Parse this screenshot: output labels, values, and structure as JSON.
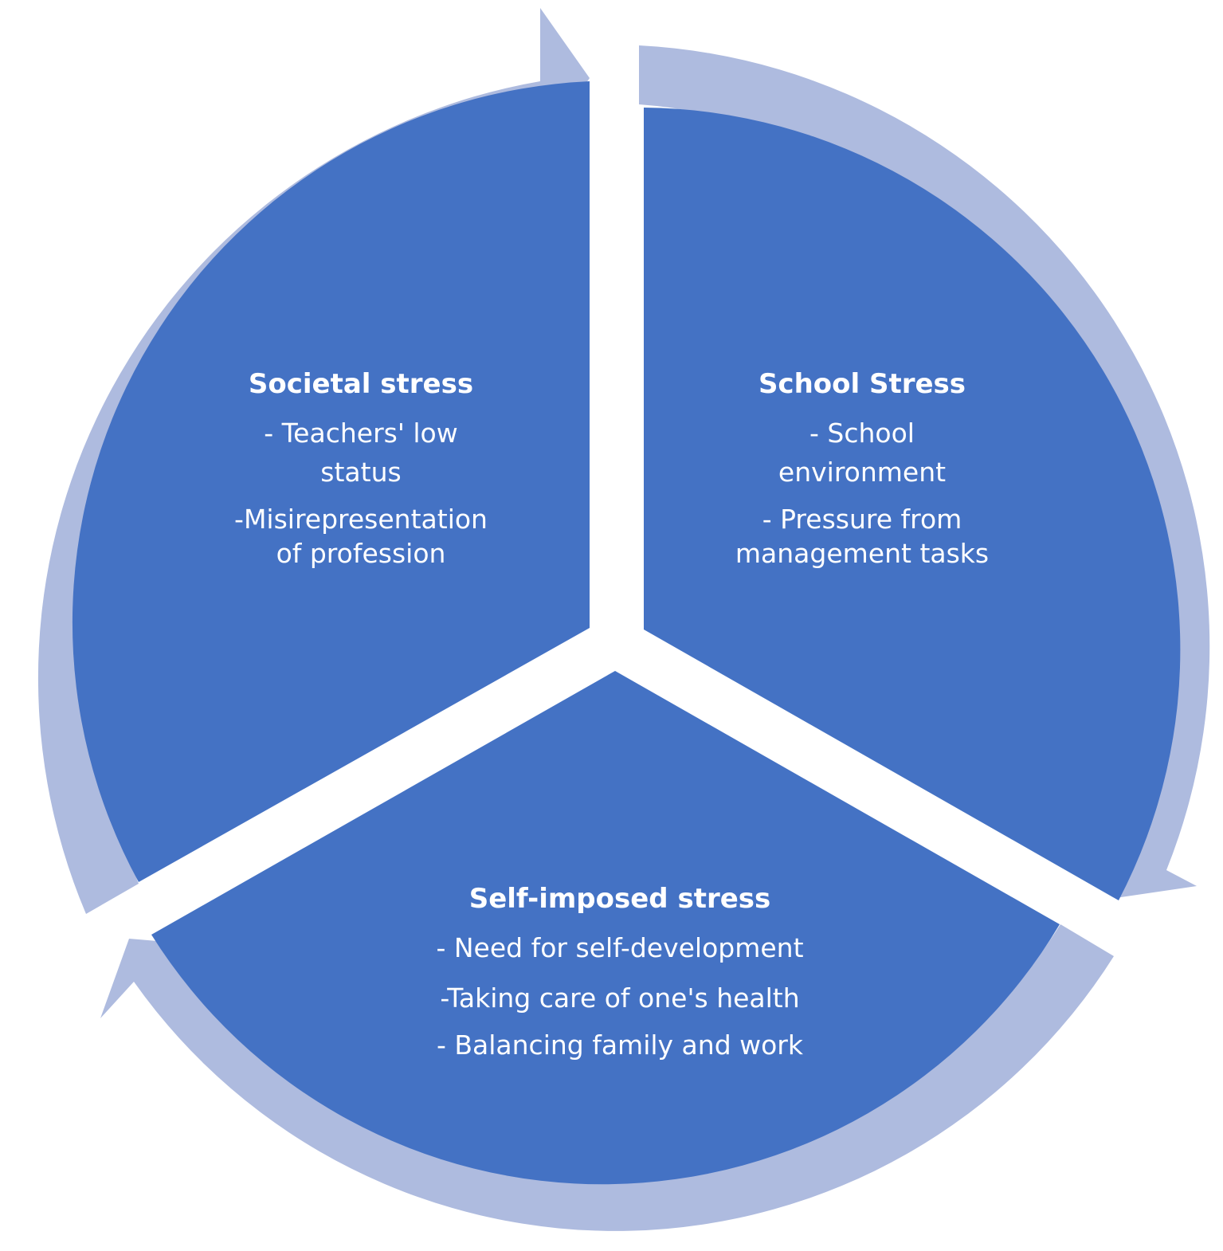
{
  "colors": {
    "segment_fill": "#4472C4",
    "arrow_fill": "#AEBBDF",
    "background": "#FFFFFF",
    "text": "#FFFFFF"
  },
  "segments": [
    {
      "id": "societal",
      "title": "Societal stress",
      "lines": [
        "- Teachers' low",
        "status",
        "-Misirepresentation",
        "of profession"
      ]
    },
    {
      "id": "school",
      "title": "School Stress",
      "lines": [
        "- School",
        "environment",
        "- Pressure from",
        "management tasks"
      ]
    },
    {
      "id": "self",
      "title": "Self-imposed stress",
      "lines": [
        "- Need for self-development",
        "-Taking care of one's health",
        "- Balancing family and work"
      ]
    }
  ]
}
